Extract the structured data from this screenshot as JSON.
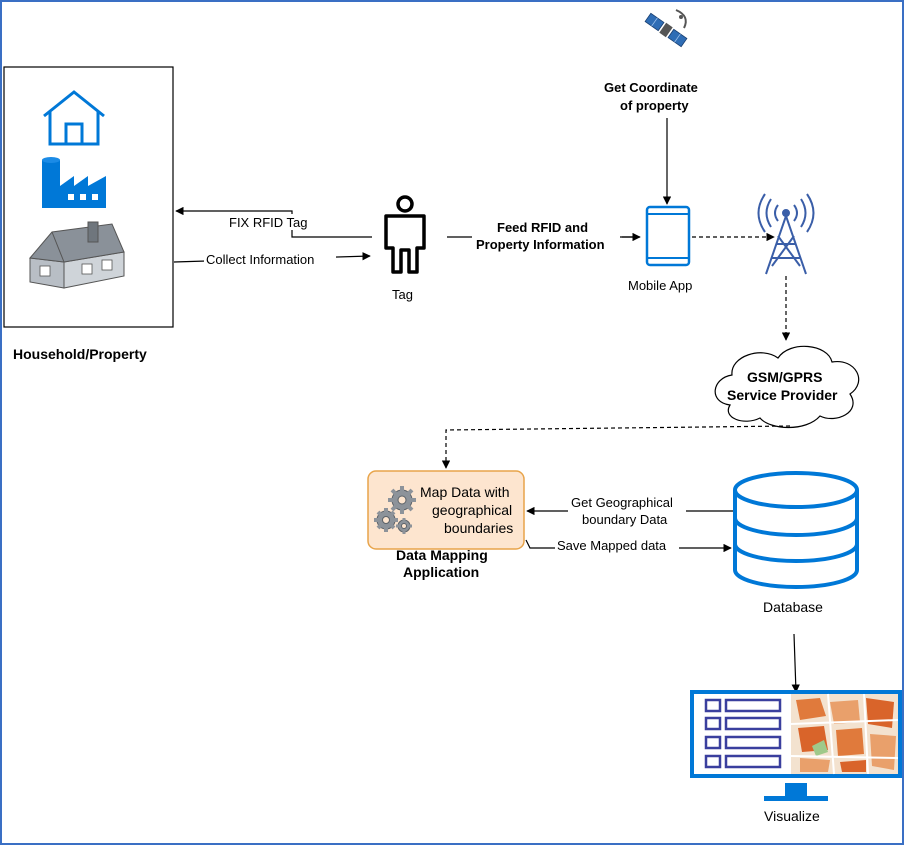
{
  "household": {
    "label": "Household/Property"
  },
  "tag": {
    "label": "Tag"
  },
  "mobile_app": {
    "label": "Mobile App"
  },
  "satellite": {
    "label_line1": "Get Coordinate",
    "label_line2": "of property"
  },
  "cloud": {
    "line1": "GSM/GPRS",
    "line2": "Service Provider"
  },
  "mapping": {
    "box_line1": "Map Data with",
    "box_line2": "geographical",
    "box_line3": "boundaries",
    "title_line1": "Data Mapping",
    "title_line2": "Application"
  },
  "database": {
    "label": "Database"
  },
  "visualize": {
    "label": "Visualize"
  },
  "arrows": {
    "fix_rfid": "FIX RFID Tag",
    "collect_info": "Collect Information",
    "feed_line1": "Feed RFID and",
    "feed_line2": "Property Information",
    "geo_line1": "Get Geographical",
    "geo_line2": "boundary Data",
    "save_mapped": "Save Mapped data"
  },
  "colors": {
    "frame": "#3a6fc4",
    "icon_blue": "#0078d7",
    "house_gray": "#8a9199",
    "box_fill": "#fde5cf",
    "box_stroke": "#e8a44a"
  }
}
